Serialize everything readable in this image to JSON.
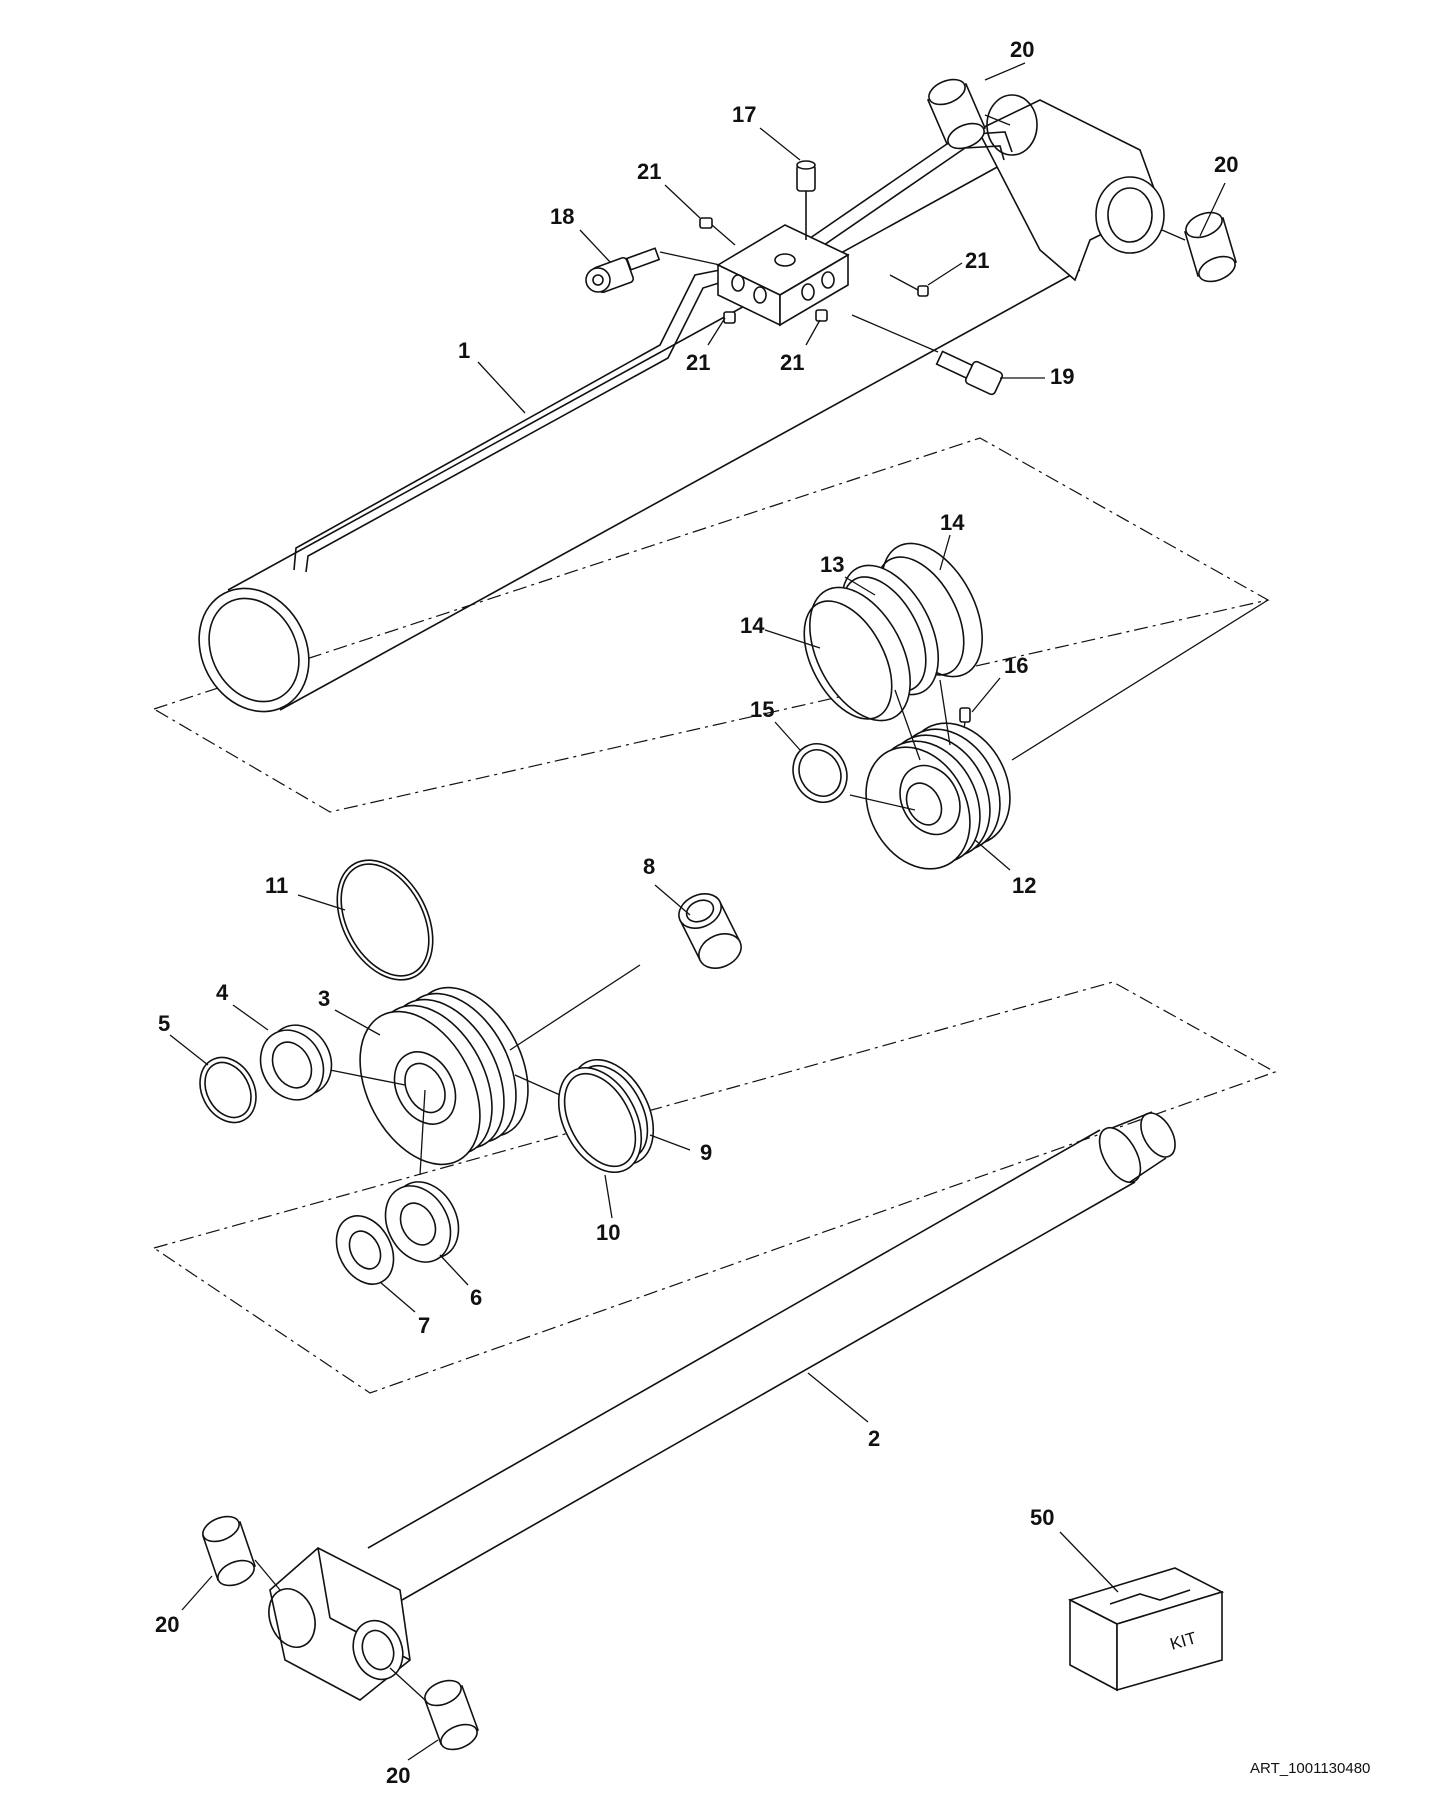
{
  "diagram": {
    "callouts": [
      {
        "id": "c20a",
        "text": "20"
      },
      {
        "id": "c20b",
        "text": "20"
      },
      {
        "id": "c17",
        "text": "17"
      },
      {
        "id": "c21a",
        "text": "21"
      },
      {
        "id": "c18",
        "text": "18"
      },
      {
        "id": "c21b",
        "text": "21"
      },
      {
        "id": "c21c",
        "text": "21"
      },
      {
        "id": "c21d",
        "text": "21"
      },
      {
        "id": "c19",
        "text": "19"
      },
      {
        "id": "c1",
        "text": "1"
      },
      {
        "id": "c14a",
        "text": "14"
      },
      {
        "id": "c13",
        "text": "13"
      },
      {
        "id": "c14b",
        "text": "14"
      },
      {
        "id": "c16",
        "text": "16"
      },
      {
        "id": "c15",
        "text": "15"
      },
      {
        "id": "c12",
        "text": "12"
      },
      {
        "id": "c11",
        "text": "11"
      },
      {
        "id": "c8",
        "text": "8"
      },
      {
        "id": "c4",
        "text": "4"
      },
      {
        "id": "c3",
        "text": "3"
      },
      {
        "id": "c5",
        "text": "5"
      },
      {
        "id": "c9",
        "text": "9"
      },
      {
        "id": "c10",
        "text": "10"
      },
      {
        "id": "c6",
        "text": "6"
      },
      {
        "id": "c7",
        "text": "7"
      },
      {
        "id": "c2",
        "text": "2"
      },
      {
        "id": "c50",
        "text": "50"
      },
      {
        "id": "c20c",
        "text": "20"
      },
      {
        "id": "c20d",
        "text": "20"
      }
    ],
    "kit_label": "KIT",
    "art_number": "ART_1001130480"
  }
}
